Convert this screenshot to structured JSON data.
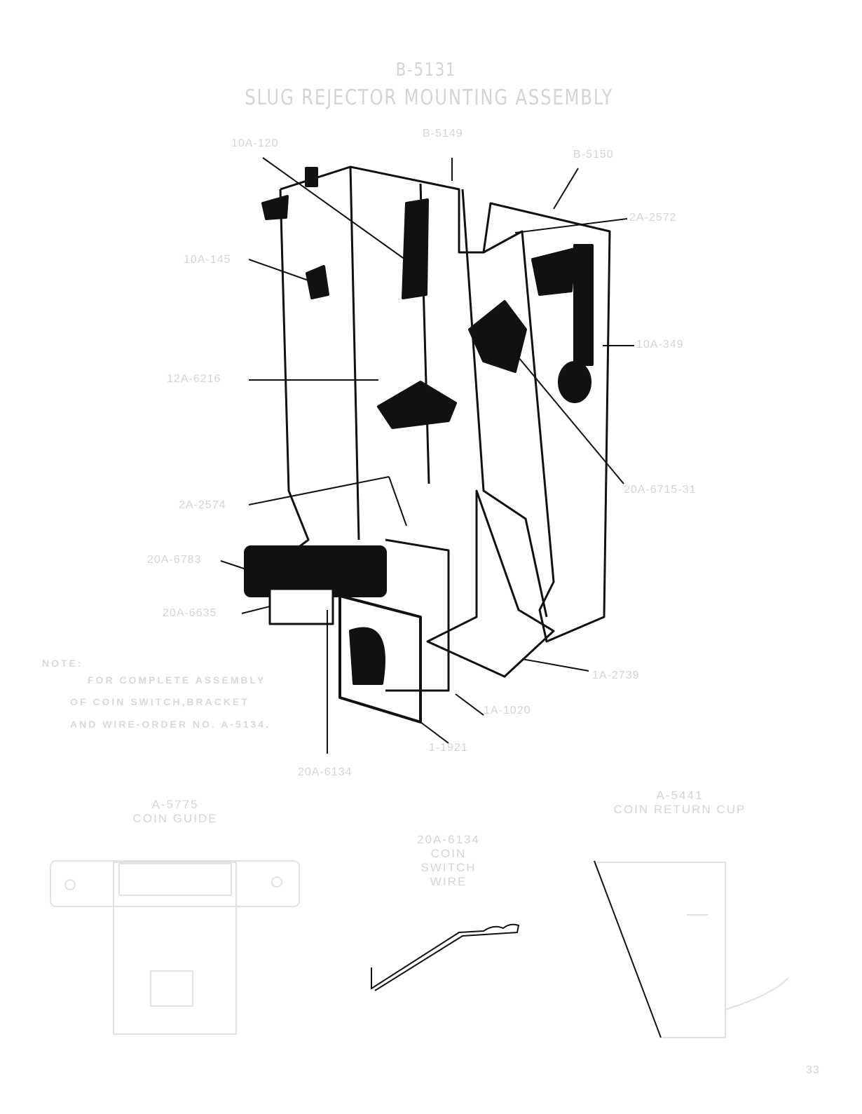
{
  "title": {
    "part_number": "B-5131",
    "name": "SLUG REJECTOR MOUNTING ASSEMBLY"
  },
  "callouts": [
    "10A-120",
    "B-5149",
    "B-5150",
    "2A-2572",
    "10A-145",
    "10A-349",
    "12A-6216",
    "20A-6715-31",
    "2A-2574",
    "20A-6783",
    "20A-6635",
    "1A-2739",
    "1A-1020",
    "1-1921",
    "20A-6134"
  ],
  "note": {
    "heading": "NOTE:",
    "lines": [
      "FOR COMPLETE ASSEMBLY",
      "OF COIN SWITCH,BRACKET",
      "AND WIRE-ORDER NO. A-5134."
    ]
  },
  "parts": [
    {
      "number": "A-5775",
      "name": "COIN GUIDE"
    },
    {
      "number": "20A-6134",
      "name": "COIN SWITCH WIRE"
    },
    {
      "number": "A-5441",
      "name": "COIN RETURN CUP"
    }
  ],
  "page_number": "33"
}
